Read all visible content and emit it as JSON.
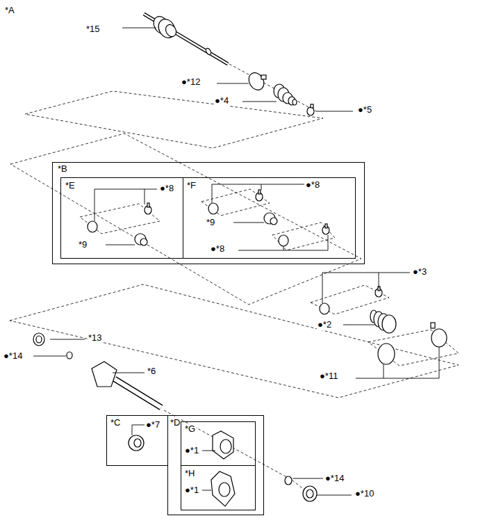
{
  "diagram": {
    "nodes": [
      {
        "text": [
          "*B"
        ]
      },
      {
        "text": [
          "*E",
          "●*8",
          "*9"
        ],
        "in": 0
      },
      {
        "text": [
          "*F",
          "●*8",
          "*9",
          "●*8"
        ],
        "in": 0
      },
      {
        "text": [
          "*C",
          "●*7"
        ]
      },
      {
        "text": [
          "*D"
        ]
      },
      {
        "text": [
          "*G",
          "●*1"
        ],
        "in": 4
      },
      {
        "text": [
          "*H",
          "●*1"
        ],
        "in": 4
      }
    ],
    "labels": [
      "*A",
      "*15",
      "●*12",
      "●*4",
      "●*5",
      "●*3",
      "●*2",
      "●*11",
      "*13",
      "●*14",
      "*6",
      "●*14",
      "●*10"
    ]
  }
}
